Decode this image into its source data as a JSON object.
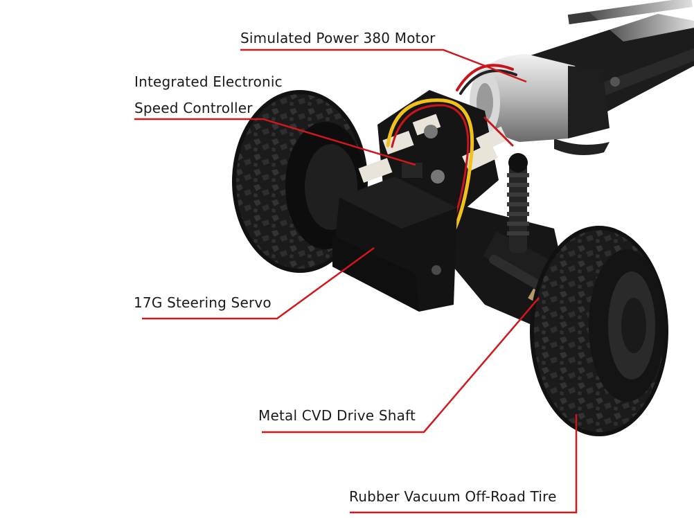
{
  "callouts": {
    "motor": "Simulated Power 380 Motor",
    "esc_line1": "Integrated Electronic",
    "esc_line2": "Speed Controller",
    "servo": "17G Steering Servo",
    "drive_shaft": "Metal CVD Drive Shaft",
    "tire": "Rubber Vacuum Off-Road Tire"
  },
  "colors": {
    "leader": "#d0181c",
    "chassis": "#141414",
    "connector": "#e9e4d9",
    "wire_yellow": "#f2c21a",
    "wire_red": "#c9141b"
  }
}
